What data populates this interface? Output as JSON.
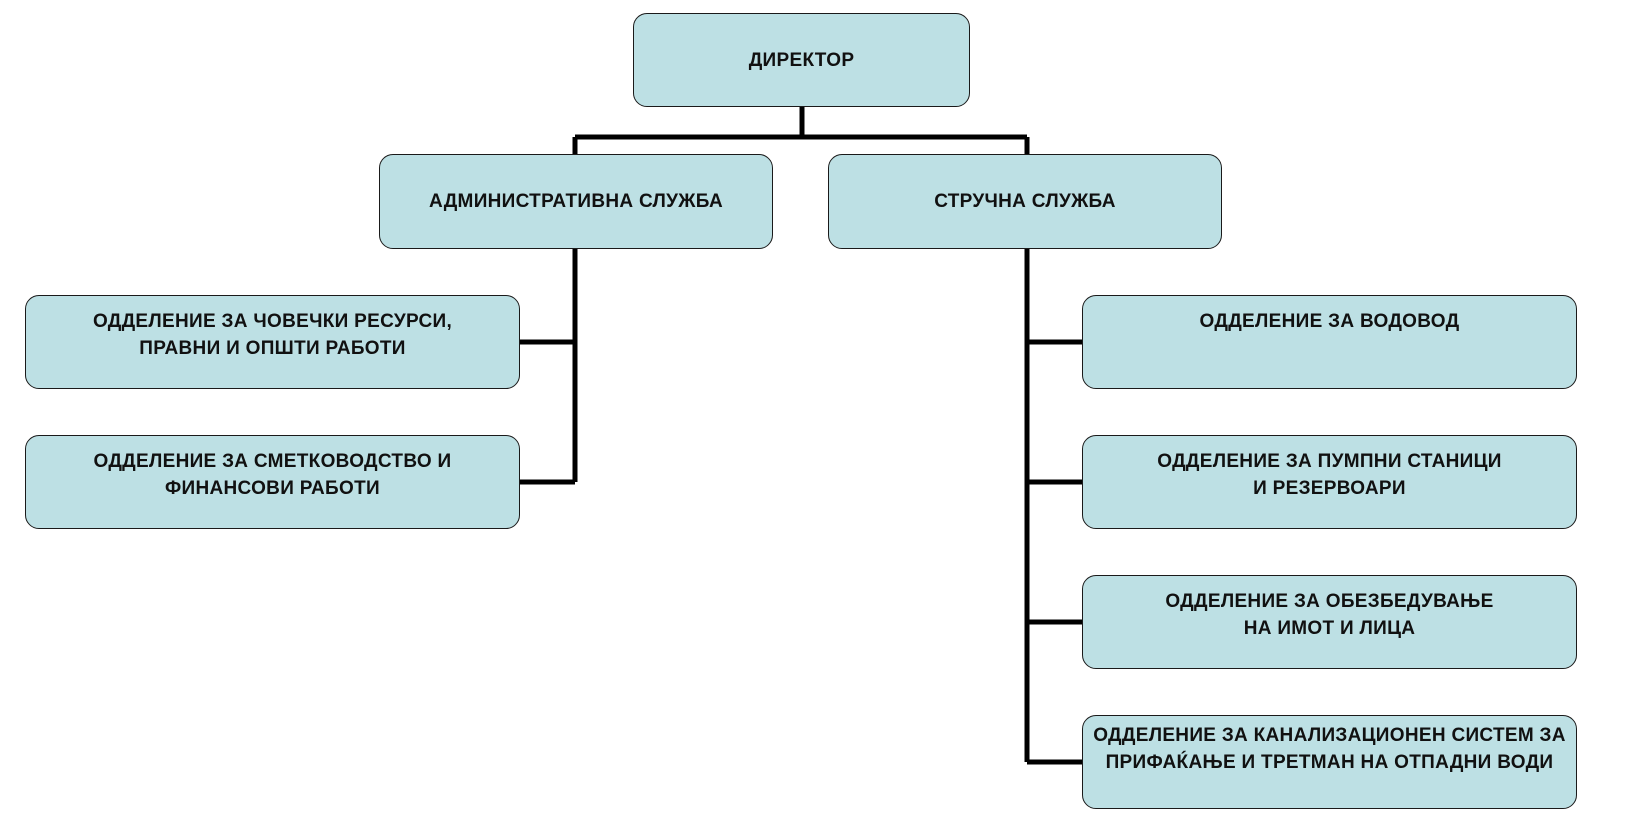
{
  "diagram": {
    "type": "org-chart",
    "colors": {
      "box_fill": "#bde0e4",
      "box_border": "#1a1a1a",
      "connector": "#000000",
      "text": "#111111"
    },
    "root": {
      "label": "ДИРЕКТОР"
    },
    "services": [
      {
        "label": "АДМИНИСТРАТИВНА СЛУЖБА",
        "departments": [
          {
            "lines": [
              "ОДДЕЛЕНИЕ ЗА ЧОВЕЧКИ РЕСУРСИ,",
              "ПРАВНИ И ОПШТИ РАБОТИ"
            ]
          },
          {
            "lines": [
              "ОДДЕЛЕНИЕ ЗА СМЕТКОВОДСТВО  И",
              "ФИНАНСОВИ РАБОТИ"
            ]
          }
        ]
      },
      {
        "label": "СТРУЧНА СЛУЖБА",
        "departments": [
          {
            "lines": [
              "ОДДЕЛЕНИЕ ЗА ВОДОВОД"
            ]
          },
          {
            "lines": [
              "ОДДЕЛЕНИЕ ЗА ПУМПНИ СТАНИЦИ",
              "И РЕЗЕРВОАРИ"
            ]
          },
          {
            "lines": [
              "ОДДЕЛЕНИЕ ЗА ОБЕЗБЕДУВАЊЕ",
              "НА ИМОТ И ЛИЦА"
            ]
          },
          {
            "lines": [
              "ОДДЕЛЕНИЕ ЗА КАНАЛИЗАЦИОНЕН СИСТЕМ ЗА",
              "ПРИФАЌАЊЕ И ТРЕТМАН НА ОТПАДНИ ВОДИ"
            ]
          }
        ]
      }
    ]
  }
}
